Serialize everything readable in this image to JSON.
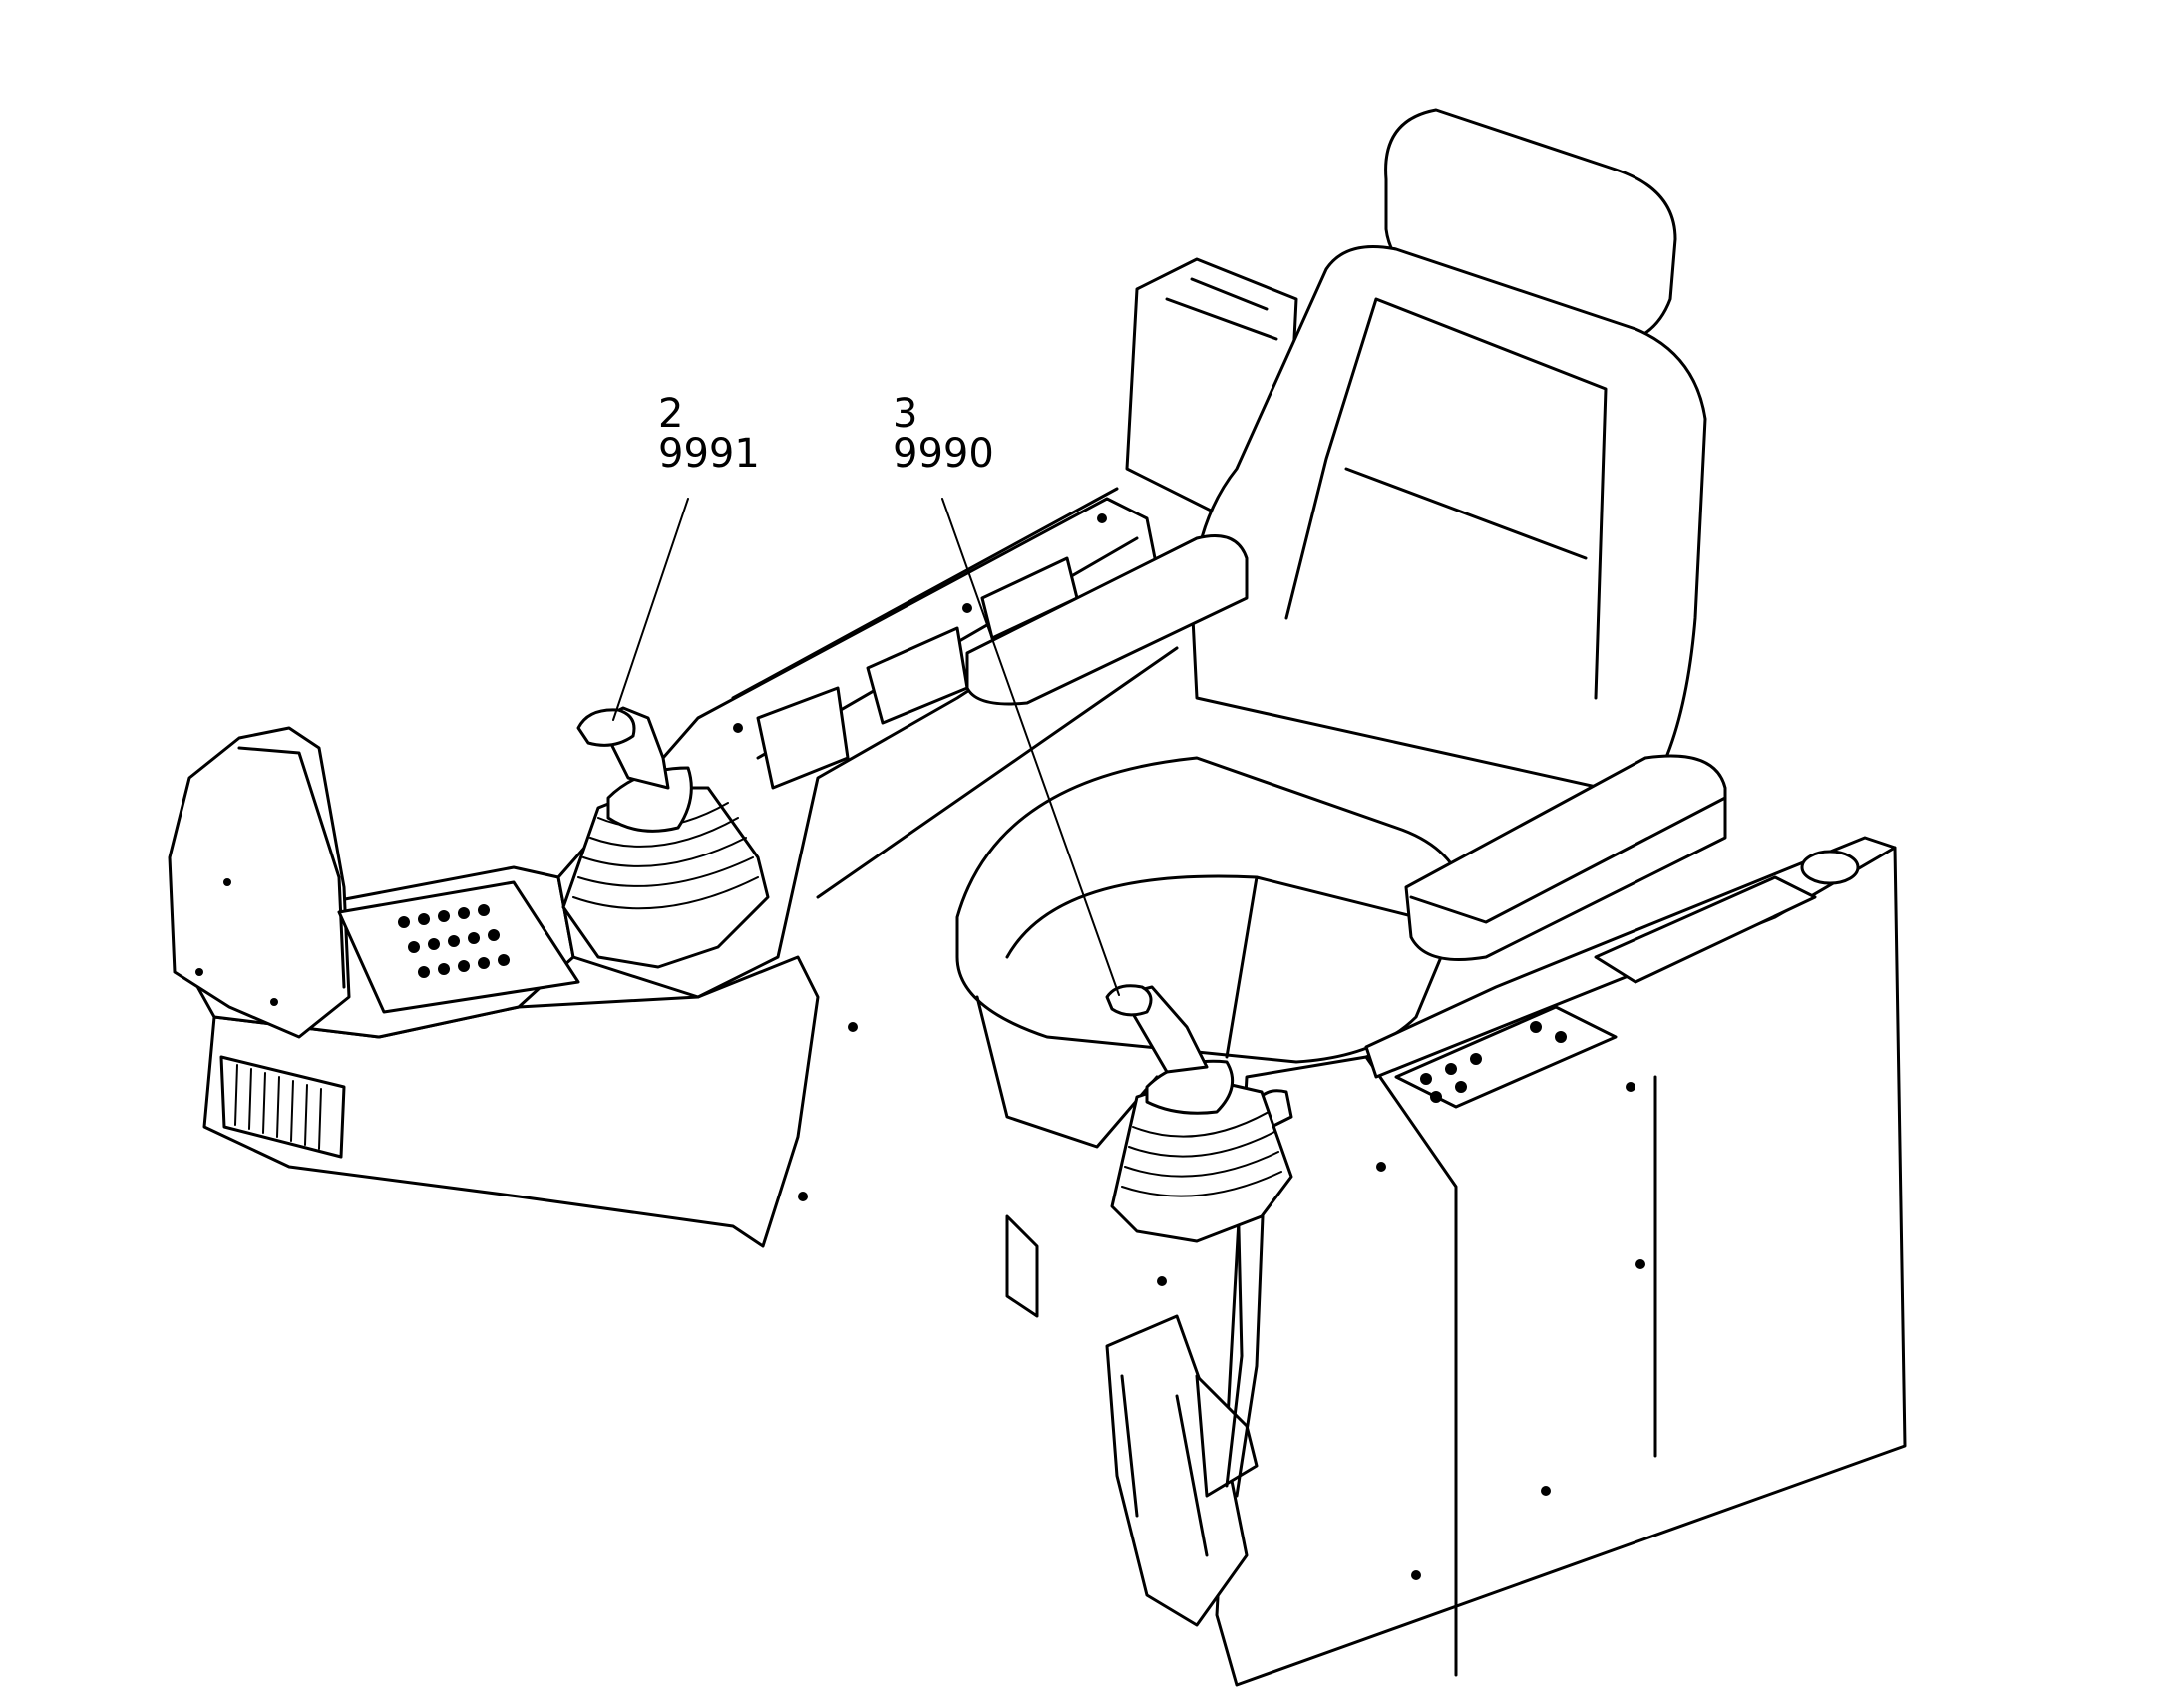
{
  "callouts": [
    {
      "item": "2",
      "part": "9991"
    },
    {
      "item": "3",
      "part": "9990"
    }
  ]
}
